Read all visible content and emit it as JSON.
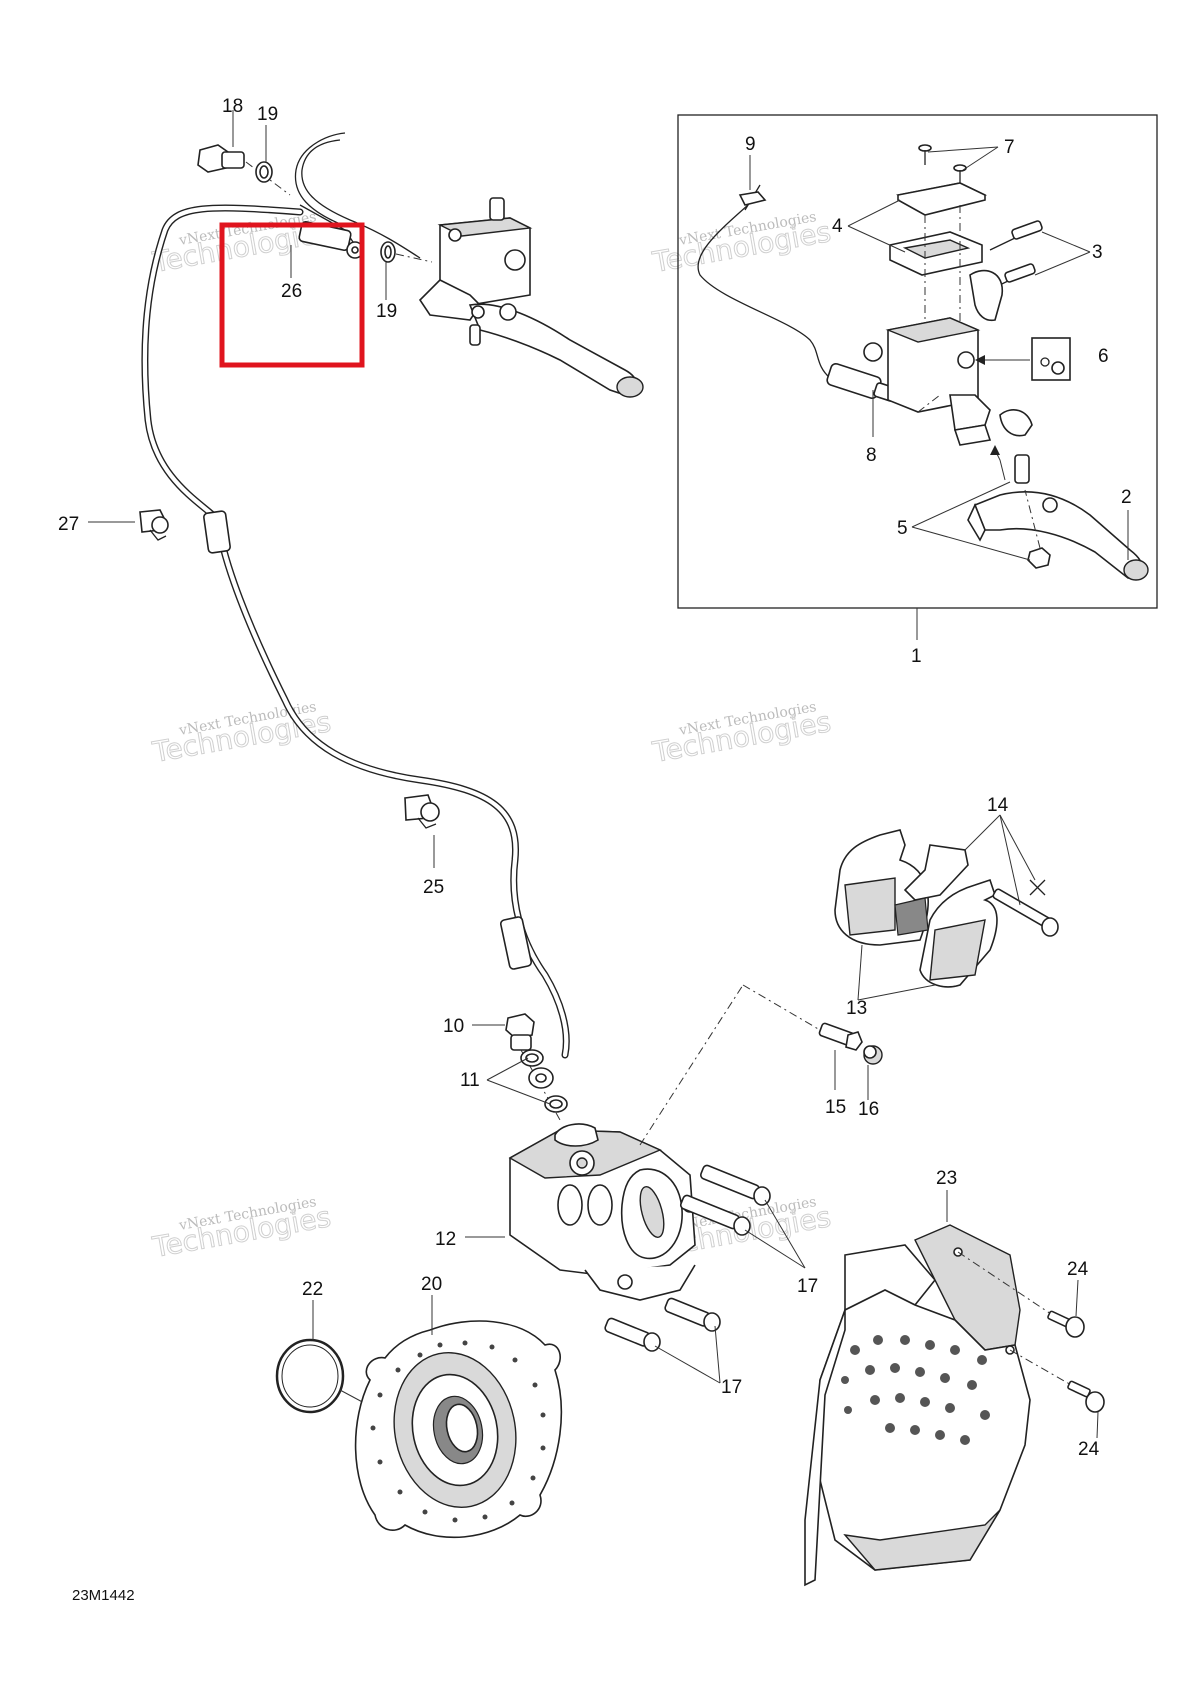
{
  "diagram": {
    "reference_code": "23M1442",
    "watermark": [
      "vNext Technologies",
      "Technologies"
    ],
    "highlight_color": "#e0141e",
    "callouts": [
      "1",
      "2",
      "3",
      "4",
      "5",
      "6",
      "7",
      "8",
      "9",
      "10",
      "11",
      "12",
      "13",
      "14",
      "15",
      "16",
      "17",
      "17",
      "18",
      "19",
      "19",
      "20",
      "22",
      "23",
      "24",
      "24",
      "25",
      "26",
      "27"
    ]
  }
}
